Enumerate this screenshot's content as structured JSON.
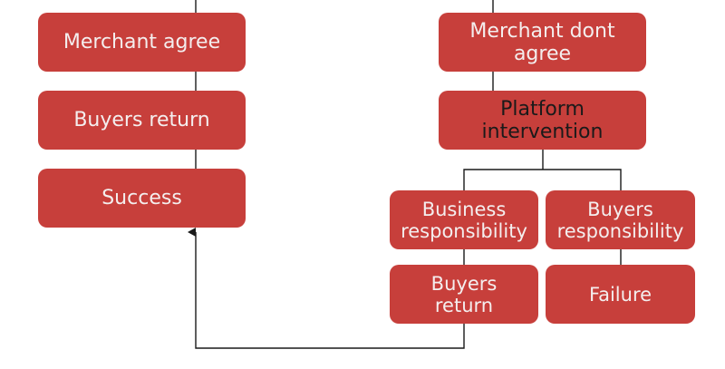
{
  "colors": {
    "box_fill": "#c73f3b",
    "box_text_light": "#f4eeee",
    "box_text_dark": "#1a1a1a",
    "connector": "#1a1a1a"
  },
  "nodes": {
    "merchant_agree": "Merchant agree",
    "buyers_return_left": "Buyers return",
    "success": "Success",
    "merchant_dont_agree": "Merchant dont\nagree",
    "platform_intervention": "Platform\nintervention",
    "business_responsibility": "Business\nresponsibility",
    "buyers_responsibility": "Buyers\nresponsibility",
    "buyers_return_right": "Buyers\nreturn",
    "failure": "Failure"
  }
}
